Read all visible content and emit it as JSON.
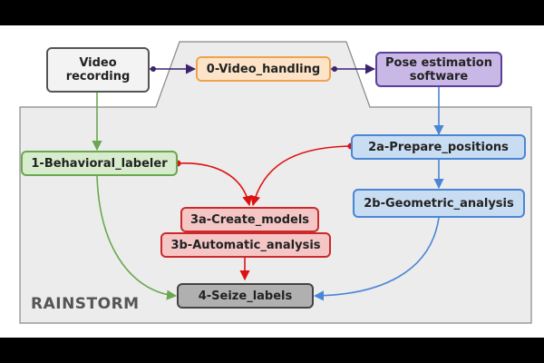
{
  "diagram": {
    "region_label": "RAINSTORM",
    "nodes": {
      "video_recording": {
        "label": "Video\nrecording",
        "fill": "#f3f3f3",
        "border": "#555555"
      },
      "video_handling": {
        "label": "0-Video_handling",
        "fill": "#fde4c8",
        "border": "#f0a24e"
      },
      "pose_estimation": {
        "label": "Pose estimation\nsoftware",
        "fill": "#c9b8e6",
        "border": "#5b3f97"
      },
      "behavioral_labeler": {
        "label": "1-Behavioral_labeler",
        "fill": "#d6eccc",
        "border": "#6aa84f"
      },
      "prepare_positions": {
        "label": "2a-Prepare_positions",
        "fill": "#c8dcf2",
        "border": "#4a86d6"
      },
      "geometric_analysis": {
        "label": "2b-Geometric_analysis",
        "fill": "#c8dcf2",
        "border": "#4a86d6"
      },
      "create_models": {
        "label": "3a-Create_models",
        "fill": "#f4c6c6",
        "border": "#cc2a2a"
      },
      "automatic_analysis": {
        "label": "3b-Automatic_analysis",
        "fill": "#f4c6c6",
        "border": "#cc2a2a"
      },
      "seize_labels": {
        "label": "4-Seize_labels",
        "fill": "#b0b0b0",
        "border": "#444444"
      }
    },
    "colors": {
      "purple": "#3d2270",
      "green": "#6aa84f",
      "blue": "#4a86d6",
      "red": "#dd1111",
      "panel": "#ececec",
      "panel_border": "#888888"
    }
  }
}
